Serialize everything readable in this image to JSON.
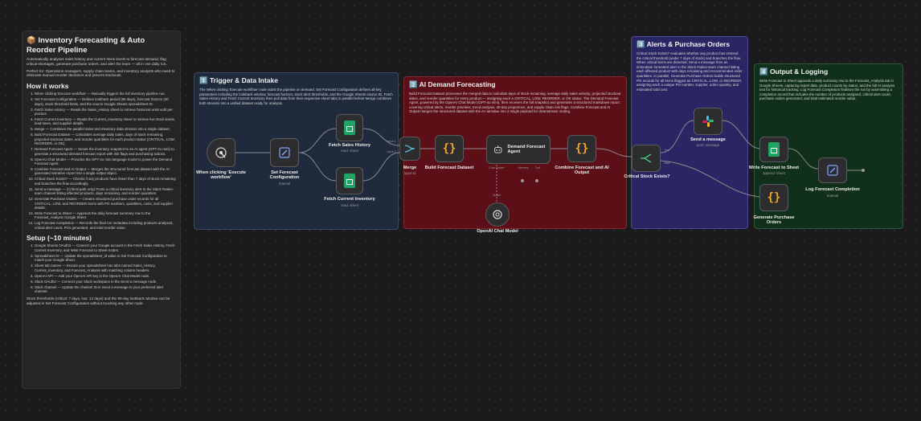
{
  "doc": {
    "title": "📦 Inventory Forecasting & Auto Reorder Pipeline",
    "intro": "Automatically analyses sales history and current stock levels to forecast demand, flag critical shortages, generate purchase orders, and alert the team — all in one daily run.",
    "perfect_for": "Perfect for: Operations managers, supply chain teams, and inventory analysts who need to eliminate manual reorder decisions and prevent stockouts.",
    "how_title": "How it works",
    "steps": [
      "When clicking 'Execute workflow' — Manually triggers the full inventory pipeline run.",
      "Set Forecast Configuration — Defines lookback period (90 days), forecast horizon (30 days), stock threshold limits, and the source Google Sheets spreadsheet ID.",
      "Fetch Sales History — Reads the Sales_History sheet to retrieve historical units sold per product.",
      "Fetch Current Inventory — Reads the Current_Inventory sheet to retrieve live stock levels, lead times, and supplier details.",
      "Merge — Combines the parallel sales and inventory data streams into a single dataset.",
      "Build Forecast Dataset — Calculates average daily sales, days of stock remaining, projected stockout dates, and reorder quantities for each product status (CRITICAL, LOW, REORDER, or OK).",
      "Demand Forecast Agent — Sends the inventory snapshot to an AI agent (GPT-4o mini) to generate a structured demand forecast report with risk flags and purchasing actions.",
      "OpenAI Chat Model — Provides the GPT-4o mini language model to power the Demand Forecast Agent.",
      "Combine Forecast and AI Output — Merges the structured forecast dataset with the AI-generated narrative report into a single output object.",
      "Critical Stock Exists? — Checks if any products have fewer than 7 days of stock remaining and branches the flow accordingly.",
      "Send a message — (Critical path only) Posts a critical inventory alert to the Slack #sales-team channel listing affected products, days remaining, and reorder quantities.",
      "Generate Purchase Orders — Creates structured purchase order records for all CRITICAL, LOW, and REORDER items with PO numbers, quantities, costs, and supplier details.",
      "Write Forecast to Sheet — Appends the daily forecast summary row to the Forecast_Analysis Google Sheet.",
      "Log Forecast Completion — Records the final run metadata including products analysed, critical alert count, POs generated, and total reorder value."
    ],
    "setup_title": "Setup (~10 minutes)",
    "setup": [
      "Google Sheets OAuth2 — Connect your Google account in the Fetch Sales History, Fetch Current Inventory, and Write Forecast to Sheet nodes.",
      "Spreadsheet ID — Update the spreadsheet_id value in Set Forecast Configuration to match your Google Sheet.",
      "Sheet tab names — Ensure your spreadsheet has tabs named Sales_History, Current_Inventory, and Forecast_Analysis with matching column headers.",
      "OpenAI API — Add your OpenAI API key in the OpenAI Chat Model node.",
      "Slack OAuth2 — Connect your Slack workspace in the Send a message node.",
      "Slack channel — Update the channel ID in Send a message to your preferred alert channel."
    ],
    "footer": "Stock thresholds (critical: 7 days, low: 14 days) and the 90-day lookback window can be adjusted in Set Forecast Configuration without touching any other node."
  },
  "stickies": {
    "trigger": {
      "title": "1️⃣ Trigger & Data Intake",
      "text": "The When clicking 'Execute workflow' node starts the pipeline on demand. Set Forecast Configuration defines all key parameters including the lookback window, forecast horizon, stock alert thresholds, and the Google Sheets source ID. Fetch Sales History and Fetch Current Inventory then pull data from their respective sheet tabs in parallel before Merge combines both streams into a unified dataset ready for analysis."
    },
    "demand": {
      "title": "2️⃣ AI Demand Forecasting",
      "text": "Build Forecast Dataset processes the merged data to calculate days of stock remaining, average daily sales velocity, projected stockout dates, and reorder quantities for every product — assigning each a CRITICAL, LOW, REORDER, or OK status. The Demand Forecast Agent, powered by the OpenAI Chat Model (GPT-4o mini), then receives the full snapshot and generates a structured markdown report covering critical alerts, reorder priorities, trend analysis, 30-day projections, and supply chain risk flags. Combine Forecast and AI Output merges the structured dataset with the AI narrative into a single payload for downstream routing."
    },
    "alerts": {
      "title": "3️⃣ Alerts & Purchase Orders",
      "text": "Critical Stock Exists? evaluates whether any product has entered the critical threshold (under 7 days of stock) and branches the flow. When critical items are detected, Send a message fires an immediate formatted alert to the Slack #sales-team channel listing each affected product with days remaining and recommended order quantities. In parallel, Generate Purchase Orders builds structured PO records for all items flagged as CRITICAL, LOW, or REORDER, assigning each a unique PO number, supplier, order quantity, and estimated total cost."
    },
    "output": {
      "title": "4️⃣ Output & Logging",
      "text": "Write Forecast to Sheet appends a daily summary row to the Forecast_Analysis tab in Google Sheets, capturing report date, product counts by status, and the full AI analysis text for historical tracking. Log Forecast Completion finalises the run by assembling a completion record that includes the number of products analysed, critical alert count, purchase orders generated, and total estimated reorder value."
    }
  },
  "nodes": {
    "trigger": {
      "label": "When clicking 'Execute workflow'"
    },
    "config": {
      "label": "Set Forecast Configuration",
      "sub": "manual"
    },
    "sales": {
      "label": "Fetch Sales History",
      "sub": "read: sheet"
    },
    "inventory": {
      "label": "Fetch Current Inventory",
      "sub": "read: sheet"
    },
    "merge": {
      "label": "Merge",
      "sub": "append",
      "in1": "Input 1",
      "in2": "Input 2"
    },
    "build": {
      "label": "Build Forecast Dataset"
    },
    "agent": {
      "label": "Demand Forecast Agent",
      "chat": "Chat Model*",
      "memory": "Memory",
      "tool": "Tool"
    },
    "model": {
      "label": "OpenAI Chat Model",
      "port": "Model"
    },
    "combine": {
      "label": "Combine Forecast and AI Output"
    },
    "critical": {
      "label": "Critical Stock Exists?",
      "true": "true",
      "false": "false"
    },
    "slack": {
      "label": "Send a message",
      "sub": "post: message"
    },
    "write": {
      "label": "Write Forecast to Sheet",
      "sub": "append: sheet"
    },
    "po": {
      "label": "Generate Purchase Orders"
    },
    "log": {
      "label": "Log Forecast Completion",
      "sub": "manual"
    }
  },
  "colors": {
    "trigger": "#1f2a3d",
    "demand": "#5c0f16",
    "alerts": "#2a2563",
    "output": "#11301c",
    "sheets": "#1fa463",
    "code": "#f5a623"
  }
}
